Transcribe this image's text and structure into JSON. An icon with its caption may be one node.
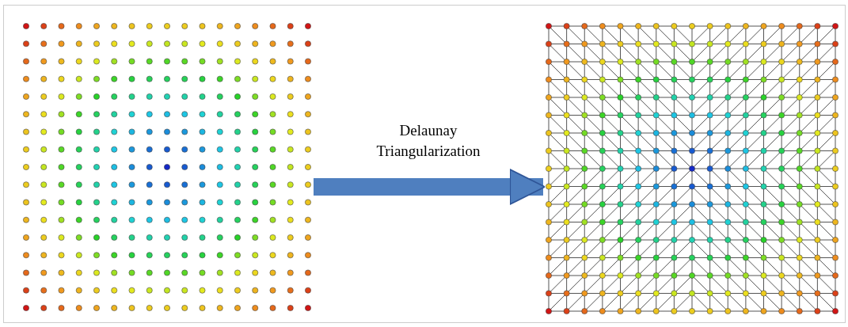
{
  "diagram": {
    "nodes": [
      {
        "text": [],
        "shape": "picture"
      },
      {
        "text": [],
        "shape": "picture"
      }
    ],
    "edges": [
      {
        "from": 0,
        "to": 1,
        "arrow": "to",
        "label": "Delaunay Triangularization"
      }
    ]
  }
}
